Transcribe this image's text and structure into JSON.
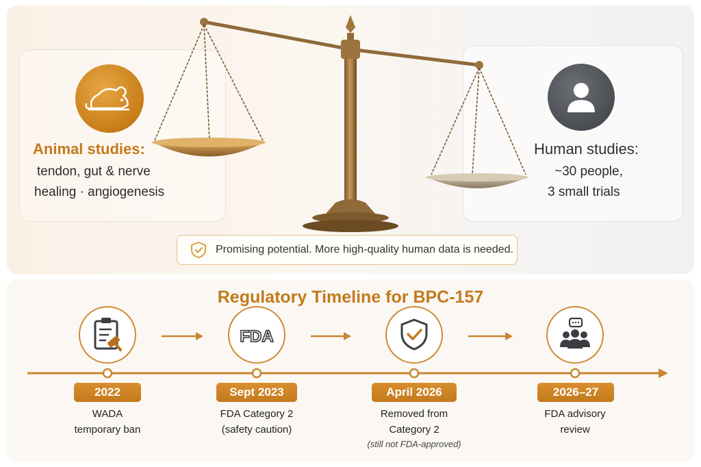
{
  "balance": {
    "left": {
      "icon": "mouse-icon",
      "title": "Animal studies:",
      "line1": "tendon, gut & nerve",
      "line2": "healing · angiogenesis"
    },
    "right": {
      "icon": "person-icon",
      "title": "Human studies:",
      "line1": "~30 people,",
      "line2": "3 small trials"
    },
    "banner": {
      "icon": "shield-check-icon",
      "text": "Promising potential. More high-quality human data is needed."
    }
  },
  "timeline": {
    "title": "Regulatory Timeline for BPC-157",
    "events": [
      {
        "icon": "clipboard-gavel-icon",
        "date": "2022",
        "line1": "WADA",
        "line2": "temporary ban",
        "note": ""
      },
      {
        "icon": "fda-logo-icon",
        "logo_text": "FDA",
        "date": "Sept 2023",
        "line1": "FDA Category 2",
        "line2": "(safety caution)",
        "note": ""
      },
      {
        "icon": "shield-check-icon",
        "date": "April 2026",
        "line1": "Removed from",
        "line2": "Category 2",
        "note": "(still not FDA-approved)"
      },
      {
        "icon": "advisory-group-icon",
        "date": "2026–27",
        "line1": "FDA advisory",
        "line2": "review",
        "note": ""
      }
    ]
  },
  "colors": {
    "accent": "#c27a1c",
    "bronze": "#a77a3c",
    "dark_gray": "#4a4e53"
  }
}
